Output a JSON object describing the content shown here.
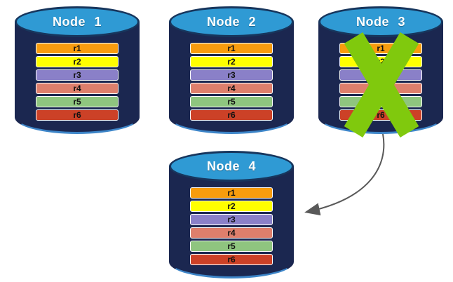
{
  "diagram": {
    "type": "database-replication-failover",
    "nodes": [
      {
        "label": "Node 1",
        "failed": false
      },
      {
        "label": "Node 2",
        "failed": false
      },
      {
        "label": "Node 3",
        "failed": true
      },
      {
        "label": "Node 4",
        "failed": false
      }
    ],
    "replicas": [
      {
        "label": "r1",
        "color": "#F89C0E"
      },
      {
        "label": "r2",
        "color": "#FFFF00"
      },
      {
        "label": "r3",
        "color": "#8A80C8"
      },
      {
        "label": "r4",
        "color": "#DE7F6C"
      },
      {
        "label": "r5",
        "color": "#8FC57F"
      },
      {
        "label": "r6",
        "color": "#CC4127"
      }
    ],
    "arrow": {
      "from": "Node 3",
      "to": "Node 4"
    },
    "colors": {
      "cylinder_top": "#2F9AD4",
      "cylinder_top_border": "#17365D",
      "cylinder_body": "#1B2750",
      "failure_x": "#80C90D",
      "arrow": "#595959",
      "bar_text": "#111111",
      "title_text": "#FFFFFF"
    }
  }
}
